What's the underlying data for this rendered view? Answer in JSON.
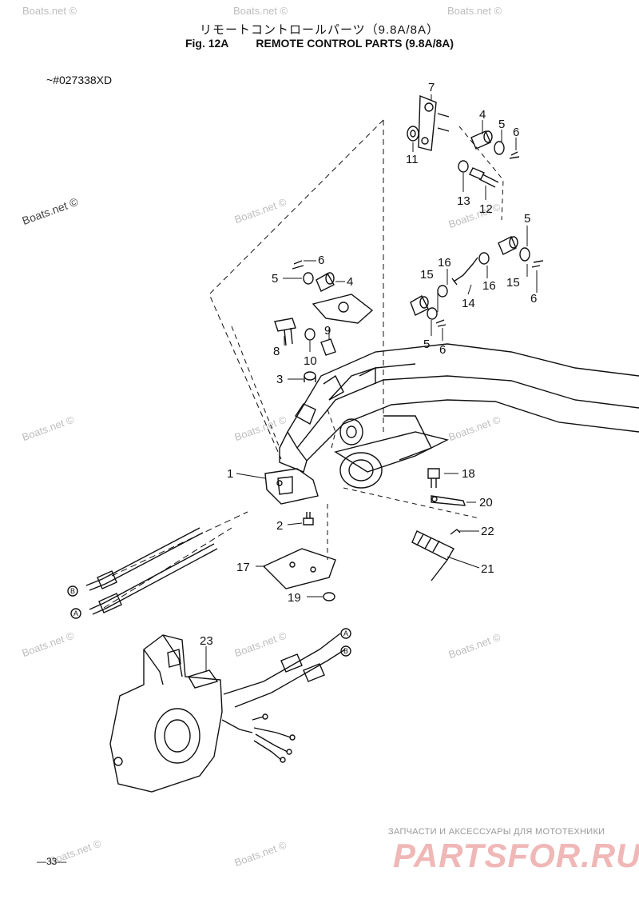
{
  "header": {
    "title_jp": "リモートコントロールパーツ（9.8A/8A）",
    "fig_label": "Fig. 12A",
    "title_en": "REMOTE CONTROL PARTS (9.8A/8A)"
  },
  "serial": "~#027338XD",
  "page_number": "—33—",
  "watermark": "Boats.net ©",
  "watermark_left": "Boats.net ©",
  "brand": {
    "tagline": "ЗАПЧАСТИ И АКСЕССУАРЫ ДЛЯ МОТОТЕХНИКИ",
    "logo": "PARTSFOR.RU"
  },
  "callouts": {
    "c1": "1",
    "c2": "2",
    "c3": "3",
    "c4a": "4",
    "c4b": "4",
    "c5a": "5",
    "c5b": "5",
    "c5c": "5",
    "c5d": "5",
    "c6a": "6",
    "c6b": "6",
    "c6c": "6",
    "c6d": "6",
    "c7": "7",
    "c8": "8",
    "c9": "9",
    "c10": "10",
    "c11": "11",
    "c12": "12",
    "c13": "13",
    "c14": "14",
    "c15a": "15",
    "c15b": "15",
    "c16a": "16",
    "c16b": "16",
    "c17": "17",
    "c18": "18",
    "c19": "19",
    "c20": "20",
    "c21": "21",
    "c22": "22",
    "c23": "23"
  },
  "connectors": {
    "A": "A",
    "B": "B"
  }
}
